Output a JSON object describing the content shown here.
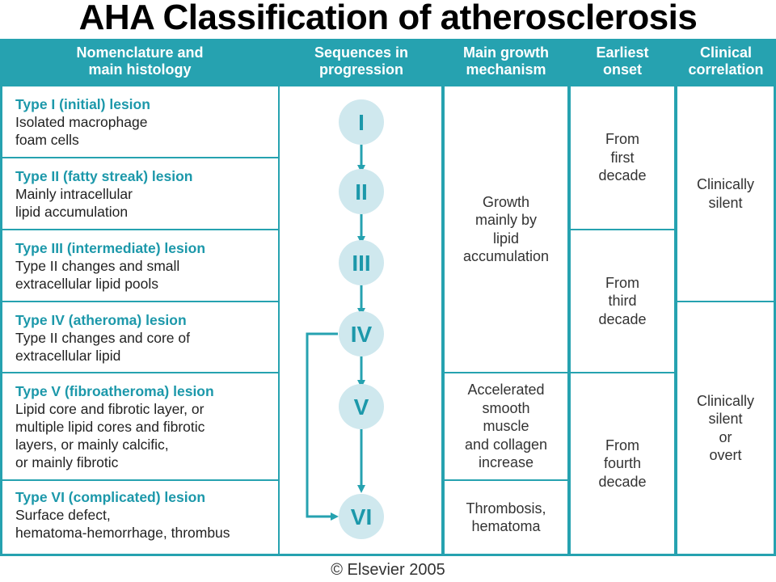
{
  "title": "AHA Classification of atherosclerosis",
  "headers": {
    "nomenclature": "Nomenclature and\nmain histology",
    "sequences": "Sequences in\nprogression",
    "growth": "Main growth\nmechanism",
    "onset": "Earliest\nonset",
    "clinical": "Clinical\ncorrelation"
  },
  "types": [
    {
      "name": "Type I (initial) lesion",
      "desc": "Isolated macrophage\nfoam cells"
    },
    {
      "name": "Type II (fatty streak) lesion",
      "desc": "Mainly intracellular\nlipid accumulation"
    },
    {
      "name": "Type III (intermediate) lesion",
      "desc": "Type II changes and small\nextracellular lipid pools"
    },
    {
      "name": "Type IV (atheroma) lesion",
      "desc": "Type II changes and core of\nextracellular lipid"
    },
    {
      "name": "Type V (fibroatheroma) lesion",
      "desc": "Lipid core and fibrotic layer, or\nmultiple lipid cores and fibrotic\nlayers, or mainly calcific,\nor mainly fibrotic"
    },
    {
      "name": "Type VI (complicated) lesion",
      "desc": "Surface defect,\nhematoma-hemorrhage, thrombus"
    }
  ],
  "sequence_labels": [
    "I",
    "II",
    "III",
    "IV",
    "V",
    "VI"
  ],
  "growth": [
    "Growth\nmainly by\nlipid\naccumulation",
    "Accelerated\nsmooth\nmuscle\nand collagen\nincrease",
    "Thrombosis,\nhematoma"
  ],
  "onset": [
    "From\nfirst\ndecade",
    "From\nthird\ndecade",
    "From\nfourth\ndecade"
  ],
  "clinical": [
    "Clinically\nsilent",
    "Clinically\nsilent\nor\novert"
  ],
  "copyright": "© Elsevier 2005",
  "colors": {
    "teal": "#26a2b0",
    "circle": "#cfe8ee",
    "type_name": "#1c98aa"
  }
}
